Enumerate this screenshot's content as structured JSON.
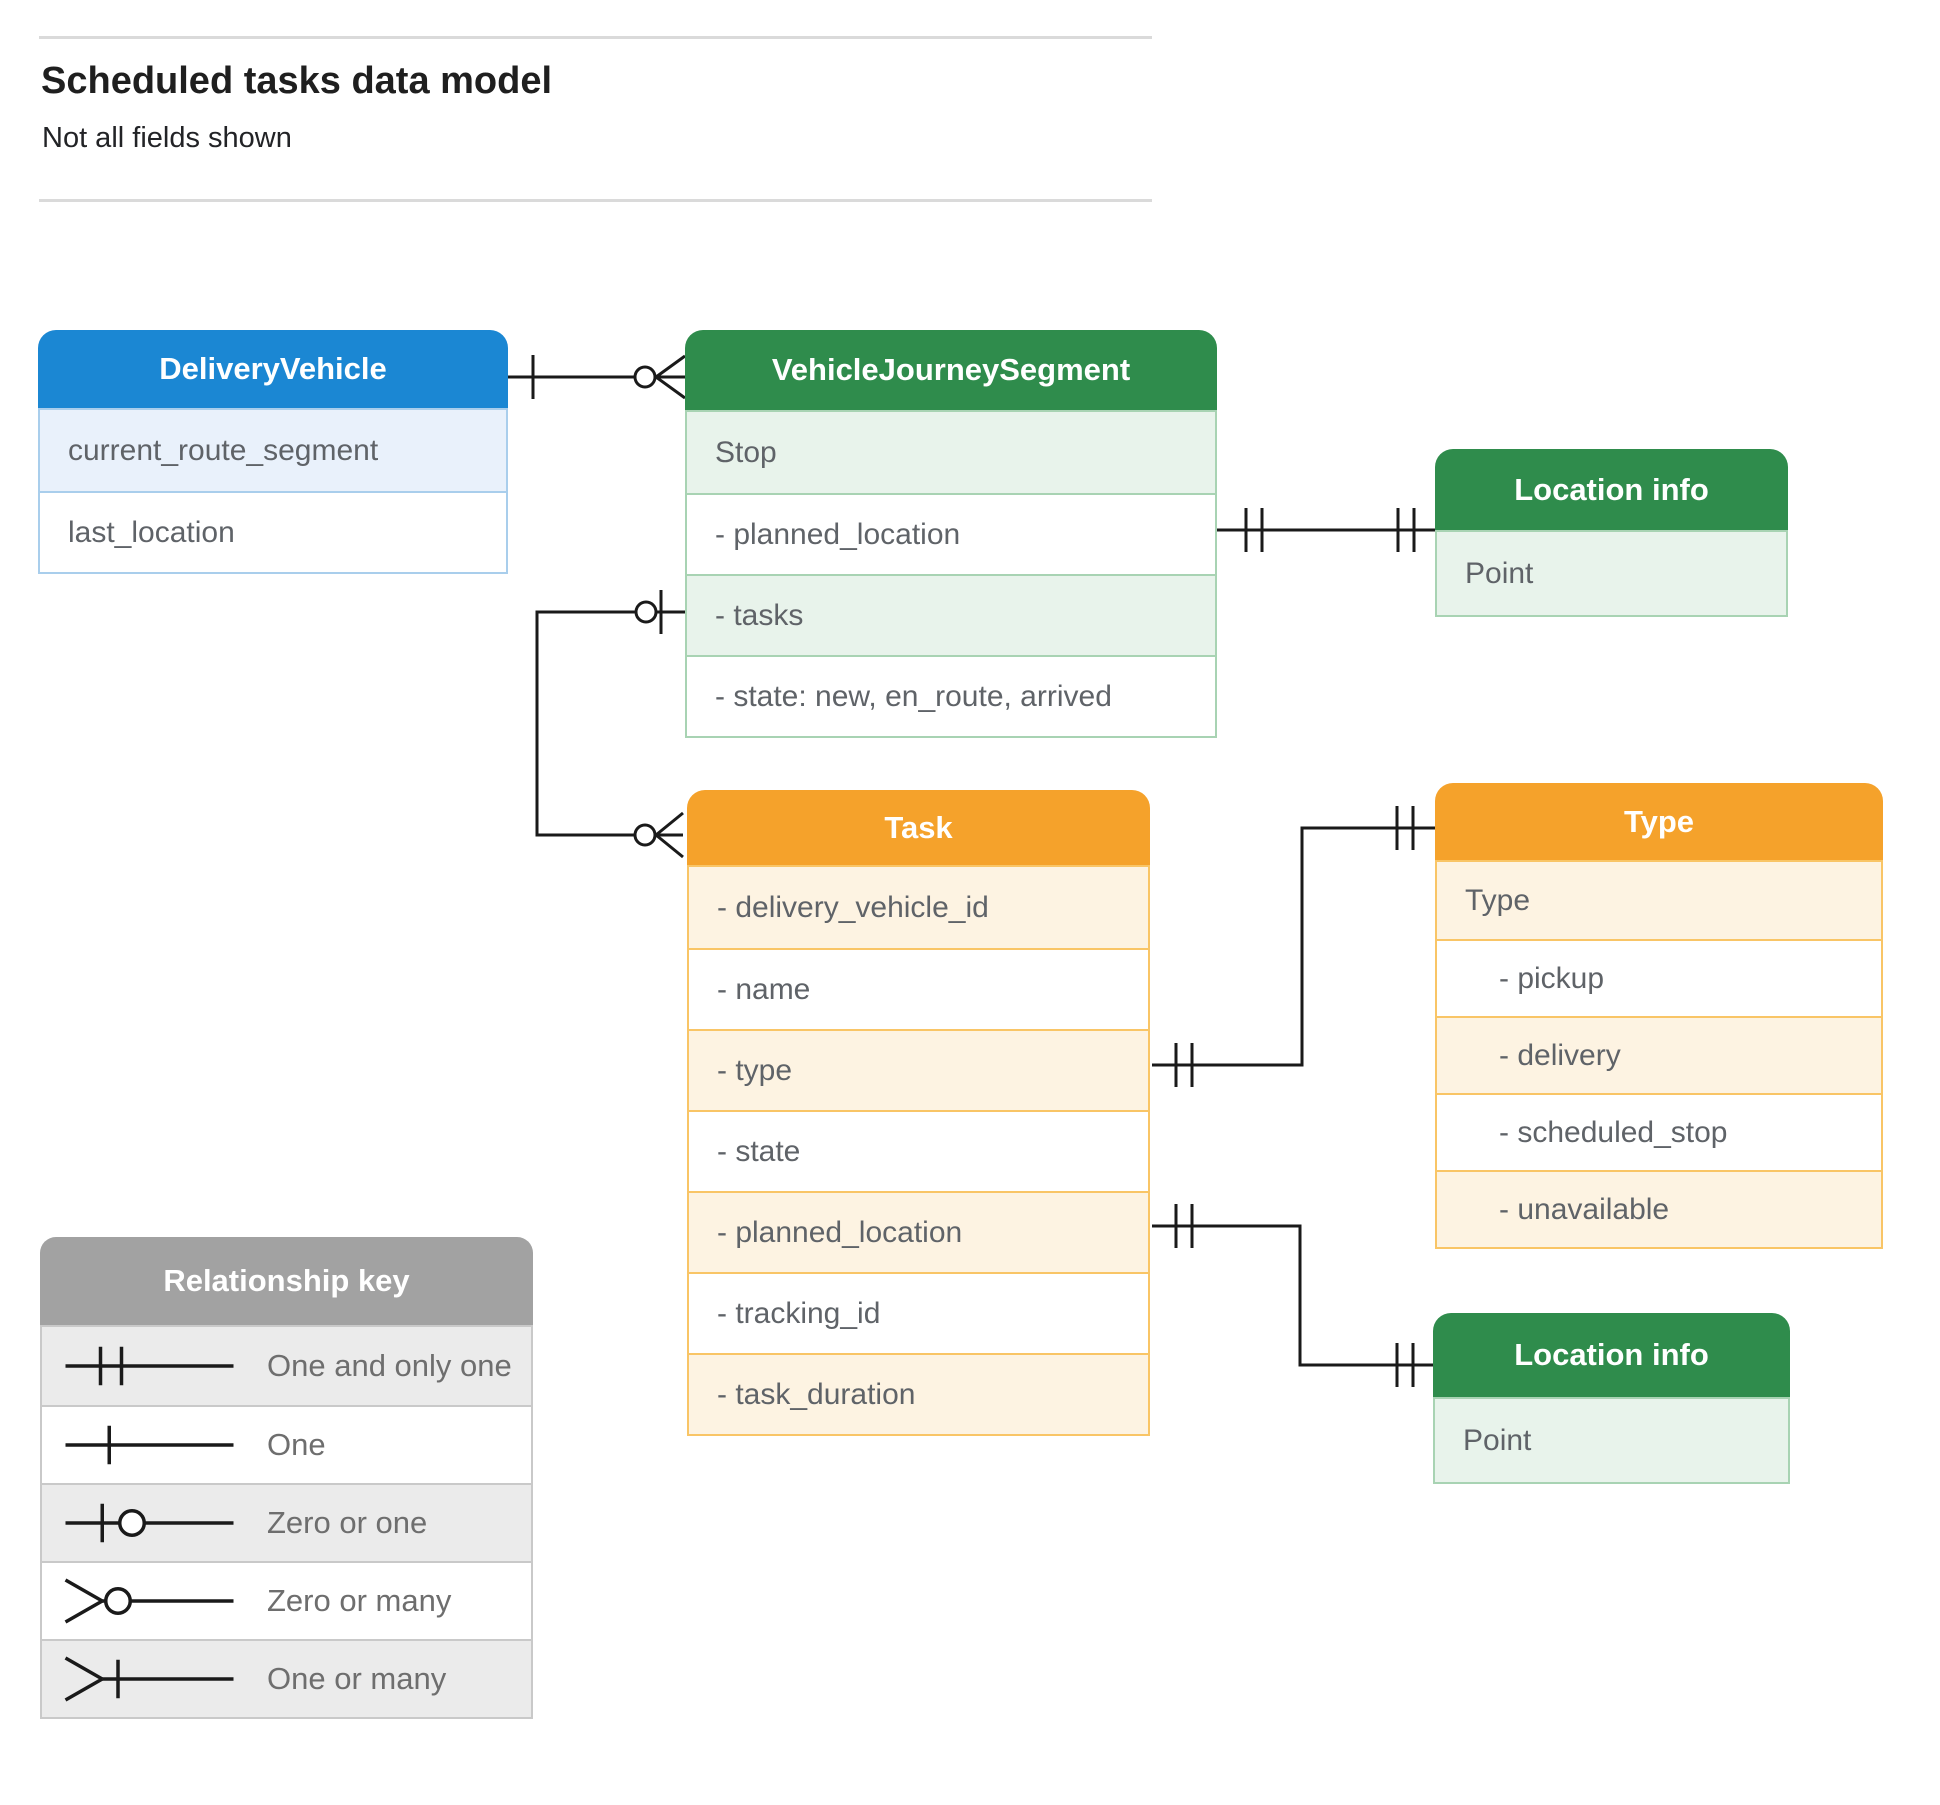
{
  "header": {
    "title": "Scheduled tasks data model",
    "subtitle": "Not all fields shown"
  },
  "colors": {
    "blue_header": "#1B87D3",
    "blue_light": "#E9F1FB",
    "blue_border": "#A9CEEC",
    "green_header": "#2F8C4C",
    "green_light": "#E8F3EB",
    "green_border": "#A8D3B3",
    "orange_header": "#F5A22B",
    "orange_light": "#FDF3E2",
    "orange_border": "#F9C566",
    "gray_header": "#A2A2A2",
    "gray_light": "#EBEBEB",
    "gray_border": "#C9C9C9",
    "line_color": "#1A1A1A",
    "field_text": "#5F6368"
  },
  "entities": {
    "delivery_vehicle": {
      "title": "DeliveryVehicle",
      "fields": [
        "current_route_segment",
        "last_location"
      ]
    },
    "vehicle_journey_segment": {
      "title": "VehicleJourneySegment",
      "fields": [
        "Stop",
        "- planned_location",
        "- tasks",
        "- state: new, en_route, arrived"
      ]
    },
    "location_info_top": {
      "title": "Location info",
      "fields": [
        "Point"
      ]
    },
    "task": {
      "title": "Task",
      "fields": [
        "- delivery_vehicle_id",
        "- name",
        "- type",
        "- state",
        "- planned_location",
        "- tracking_id",
        "- task_duration"
      ]
    },
    "type": {
      "title": "Type",
      "fields": [
        "Type",
        "- pickup",
        "- delivery",
        "- scheduled_stop",
        "- unavailable"
      ]
    },
    "location_info_bottom": {
      "title": "Location info",
      "fields": [
        "Point"
      ]
    }
  },
  "relationships": [
    {
      "from": "DeliveryVehicle",
      "from_end": "one",
      "to": "VehicleJourneySegment",
      "to_end": "zero-or-many"
    },
    {
      "from": "VehicleJourneySegment.tasks",
      "from_end": "zero-or-one",
      "to": "Task",
      "to_end": "zero-or-many"
    },
    {
      "from": "VehicleJourneySegment.planned_location",
      "from_end": "one-and-only-one",
      "to": "Location info",
      "to_end": "one-and-only-one"
    },
    {
      "from": "Task.type",
      "from_end": "one-and-only-one",
      "to": "Type",
      "to_end": "one-and-only-one"
    },
    {
      "from": "Task.planned_location",
      "from_end": "one-and-only-one",
      "to": "Location info",
      "to_end": "one-and-only-one"
    }
  ],
  "legend": {
    "title": "Relationship key",
    "items": [
      {
        "symbol": "one-and-only-one",
        "label": "One and only one"
      },
      {
        "symbol": "one",
        "label": "One"
      },
      {
        "symbol": "zero-or-one",
        "label": "Zero or one"
      },
      {
        "symbol": "zero-or-many",
        "label": "Zero or many"
      },
      {
        "symbol": "one-or-many",
        "label": "One or many"
      }
    ]
  }
}
